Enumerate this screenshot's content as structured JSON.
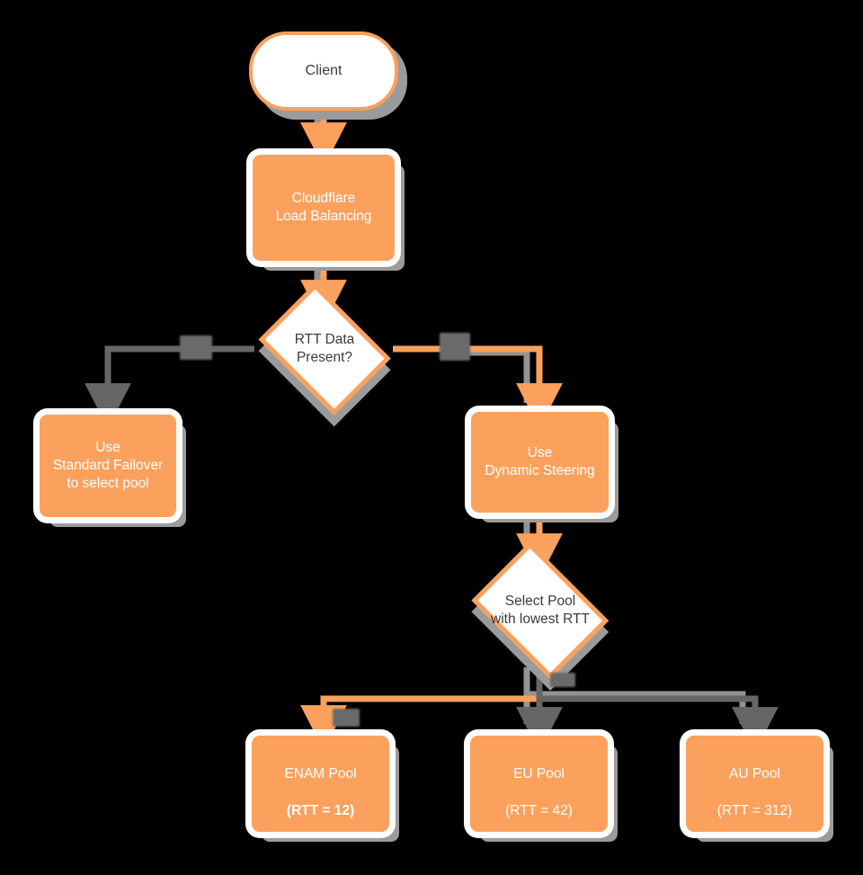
{
  "diagram": {
    "title": "Cloudflare Load Balancing dynamic steering decision flow",
    "type": "flowchart",
    "colors": {
      "node_fill": "#fba15d",
      "node_text": "#ffffff",
      "decision_fill": "#ffffff",
      "decision_text": "#3b3b3b",
      "active_edge": "#fba15d",
      "inactive_edge": "#666666",
      "shadow": "#9b9b9b",
      "background": "#000000"
    },
    "nodes": {
      "client": {
        "label": "Client",
        "shape": "terminator"
      },
      "load_balancing": {
        "label": "Cloudflare\nLoad Balancing",
        "shape": "process"
      },
      "rtt_check": {
        "label": "RTT Data\nPresent?",
        "shape": "decision"
      },
      "standard_failover": {
        "label": "Use\nStandard Failover\nto select pool",
        "shape": "process"
      },
      "dynamic_steering": {
        "label": "Use\nDynamic Steering",
        "shape": "process"
      },
      "select_pool": {
        "label": "Select Pool\nwith lowest RTT",
        "shape": "decision"
      },
      "enam_pool": {
        "name": "ENAM Pool",
        "rtt_text": "(RTT = 12)",
        "rtt_value": 12,
        "shape": "process",
        "selected": true
      },
      "eu_pool": {
        "name": "EU Pool",
        "rtt_text": "(RTT = 42)",
        "rtt_value": 42,
        "shape": "process",
        "selected": false
      },
      "au_pool": {
        "name": "AU Pool",
        "rtt_text": "(RTT = 312)",
        "rtt_value": 312,
        "shape": "process",
        "selected": false
      }
    },
    "edge_labels": {
      "rtt_no": "",
      "rtt_yes": "",
      "pool_enam": "",
      "pool_eu": ""
    }
  }
}
